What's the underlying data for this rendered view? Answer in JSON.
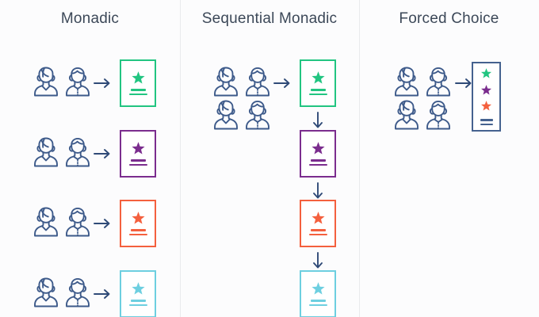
{
  "figure": {
    "background_color": "#fcfcfd",
    "divider_color": "#e9eaed",
    "title_color": "#3c4858",
    "person_icon_color": "#3d5a8a",
    "arrow_color": "#2f4a77",
    "navy_color": "#45628f"
  },
  "palette": {
    "green": "#22c581",
    "purple": "#7b2d8e",
    "orange": "#f4603e",
    "cyan": "#6dcfe0"
  },
  "columns": [
    {
      "id": "monadic",
      "title": "Monadic",
      "respondent_groups": 4,
      "people_per_group": 2,
      "arrow_direction": "right",
      "rows": [
        {
          "concept_color": "#22c581",
          "star": "star-icon",
          "bars": 2
        },
        {
          "concept_color": "#7b2d8e",
          "star": "star-icon",
          "bars": 2
        },
        {
          "concept_color": "#f4603e",
          "star": "star-icon",
          "bars": 2
        },
        {
          "concept_color": "#6dcfe0",
          "star": "star-icon",
          "bars": 2
        }
      ]
    },
    {
      "id": "sequential-monadic",
      "title": "Sequential Monadic",
      "respondent_groups": 1,
      "people_per_group": 4,
      "arrow_direction": "right-then-down",
      "rows": [
        {
          "concept_color": "#22c581",
          "star": "star-icon",
          "bars": 2
        },
        {
          "concept_color": "#7b2d8e",
          "star": "star-icon",
          "bars": 2
        },
        {
          "concept_color": "#f4603e",
          "star": "star-icon",
          "bars": 2
        },
        {
          "concept_color": "#6dcfe0",
          "star": "star-icon",
          "bars": 2
        }
      ],
      "connector_arrows": 3
    },
    {
      "id": "forced-choice",
      "title": "Forced Choice",
      "respondent_groups": 1,
      "people_per_group": 4,
      "arrow_direction": "right",
      "stacked_card": {
        "border_color": "#45628f",
        "stars": [
          "#22c581",
          "#7b2d8e",
          "#f4603e"
        ],
        "bars": 2,
        "bar_color": "#45628f"
      }
    }
  ]
}
